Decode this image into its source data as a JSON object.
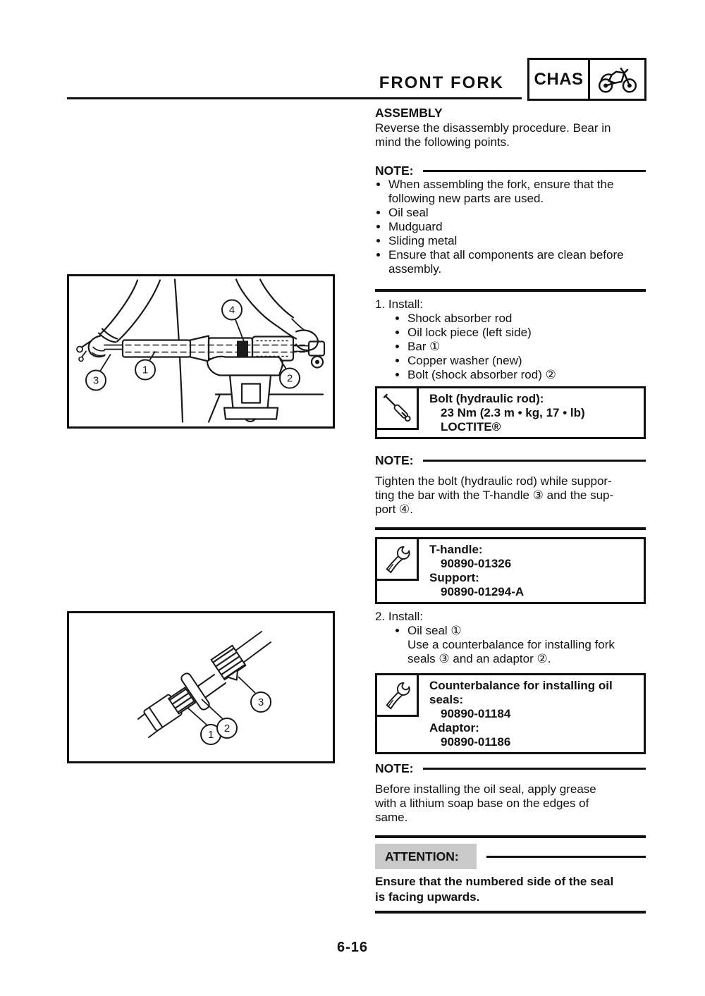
{
  "header": {
    "title": "FRONT FORK",
    "badge_label": "CHAS"
  },
  "labels": {
    "note": "NOTE:",
    "attention": "ATTENTION:"
  },
  "assembly": {
    "heading": "ASSEMBLY",
    "intro": [
      "Reverse the disassembly procedure. Bear in",
      "mind the following points."
    ]
  },
  "note1": {
    "items": [
      "When assembling the fork, ensure that the\nfollowing new parts are used.",
      "Oil seal",
      "Mudguard",
      "Sliding metal",
      "Ensure that all components are clean before\nassembly."
    ]
  },
  "step1": {
    "title": "1. Install:",
    "items": [
      "Shock absorber rod",
      "Oil lock piece (left side)",
      "Bar ①",
      "Copper washer (new)",
      "Bolt (shock absorber rod) ②"
    ]
  },
  "torque_box": {
    "l1": "Bolt (hydraulic rod):",
    "l2": "23 Nm (2.3 m • kg, 17 • lb)",
    "l3": "LOCTITE®"
  },
  "note2": {
    "text": [
      "Tighten the bolt (hydraulic rod) while suppor-",
      "ting the bar with the T-handle ③ and the sup-",
      "port ④."
    ]
  },
  "tool_box1": {
    "l1": "T-handle:",
    "l2": "90890-01326",
    "l3": "Support:",
    "l4": "90890-01294-A"
  },
  "step2": {
    "title": "2. Install:",
    "item1": "Oil seal ①",
    "item1_note": [
      "Use a counterbalance for installing fork",
      "seals ③ and an adaptor ②."
    ]
  },
  "tool_box2": {
    "l1": "Counterbalance for installing oil",
    "l2": "seals:",
    "l3": "90890-01184",
    "l4": "Adaptor:",
    "l5": "90890-01186"
  },
  "note3": {
    "text": [
      "Before installing the oil seal, apply grease",
      "with a lithium soap base on the edges of",
      "same."
    ]
  },
  "attention": {
    "text": [
      "Ensure that the numbered side of the seal",
      "is facing upwards."
    ]
  },
  "figures": {
    "fig1": {
      "callouts": [
        "1",
        "2",
        "3",
        "4"
      ]
    },
    "fig2": {
      "callouts": [
        "1",
        "2",
        "3"
      ]
    }
  },
  "page_number": "6-16",
  "colors": {
    "ink": "#111111",
    "attention_bg": "#c9c9c9"
  }
}
